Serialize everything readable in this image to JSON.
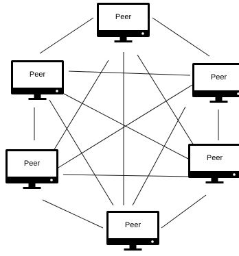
{
  "diagram": {
    "nodes": [
      {
        "id": "top",
        "label": "Peer",
        "icon": "monitor-icon"
      },
      {
        "id": "upper-left",
        "label": "Peer",
        "icon": "monitor-icon"
      },
      {
        "id": "upper-right",
        "label": "Peer",
        "icon": "monitor-icon"
      },
      {
        "id": "lower-left",
        "label": "Peer",
        "icon": "monitor-icon"
      },
      {
        "id": "lower-right",
        "label": "Peer",
        "icon": "monitor-icon"
      },
      {
        "id": "bottom",
        "label": "Peer",
        "icon": "monitor-icon"
      }
    ],
    "edges": [
      [
        "top",
        "upper-left"
      ],
      [
        "top",
        "upper-right"
      ],
      [
        "upper-left",
        "lower-left"
      ],
      [
        "upper-right",
        "lower-right"
      ],
      [
        "lower-left",
        "bottom"
      ],
      [
        "lower-right",
        "bottom"
      ],
      [
        "top",
        "bottom"
      ],
      [
        "top",
        "lower-left"
      ],
      [
        "top",
        "lower-right"
      ],
      [
        "upper-left",
        "upper-right"
      ],
      [
        "upper-left",
        "lower-right"
      ],
      [
        "upper-left",
        "bottom"
      ],
      [
        "upper-right",
        "lower-left"
      ],
      [
        "upper-right",
        "bottom"
      ],
      [
        "lower-left",
        "lower-right"
      ]
    ]
  }
}
